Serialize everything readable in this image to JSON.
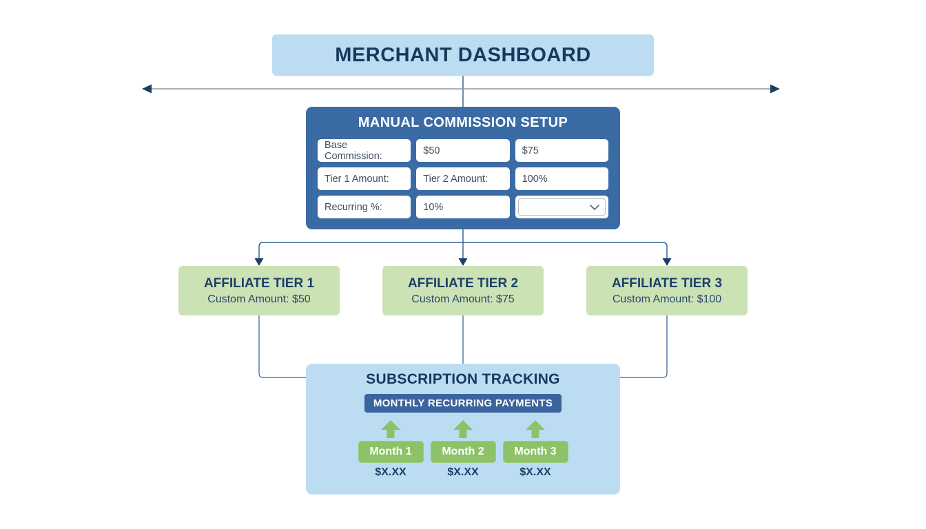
{
  "colors": {
    "light_blue": "#bcdcf2",
    "steel_blue": "#3b6ba5",
    "badge_blue": "#3a649d",
    "green_box": "#cbe2b5",
    "green_button": "#8cc268",
    "navy_text": "#17395e",
    "connector_navy": "#2e5e94",
    "span_line_gray": "#8a99a8"
  },
  "header": {
    "title": "MERCHANT DASHBOARD"
  },
  "commission": {
    "title": "MANUAL COMMISSION SETUP",
    "cells": [
      "Base Commission:",
      "$50",
      "$75",
      "Tier 1 Amount:",
      "Tier 2 Amount:",
      "100%",
      "Recurring %:",
      "10%"
    ],
    "dropdown": {
      "selected_value": "",
      "icon": "chevron-down"
    }
  },
  "tiers": [
    {
      "title": "AFFILIATE TIER 1",
      "subtitle": "Custom Amount: $50"
    },
    {
      "title": "AFFILIATE TIER 2",
      "subtitle": "Custom Amount: $75"
    },
    {
      "title": "AFFILIATE TIER 3",
      "subtitle": "Custom Amount: $100"
    }
  ],
  "subscription": {
    "title": "SUBSCRIPTION TRACKING",
    "badge": "MONTHLY RECURRING PAYMENTS",
    "months": [
      {
        "label": "Month 1",
        "amount": "$X.XX"
      },
      {
        "label": "Month 2",
        "amount": "$X.XX"
      },
      {
        "label": "Month 3",
        "amount": "$X.XX"
      }
    ]
  }
}
